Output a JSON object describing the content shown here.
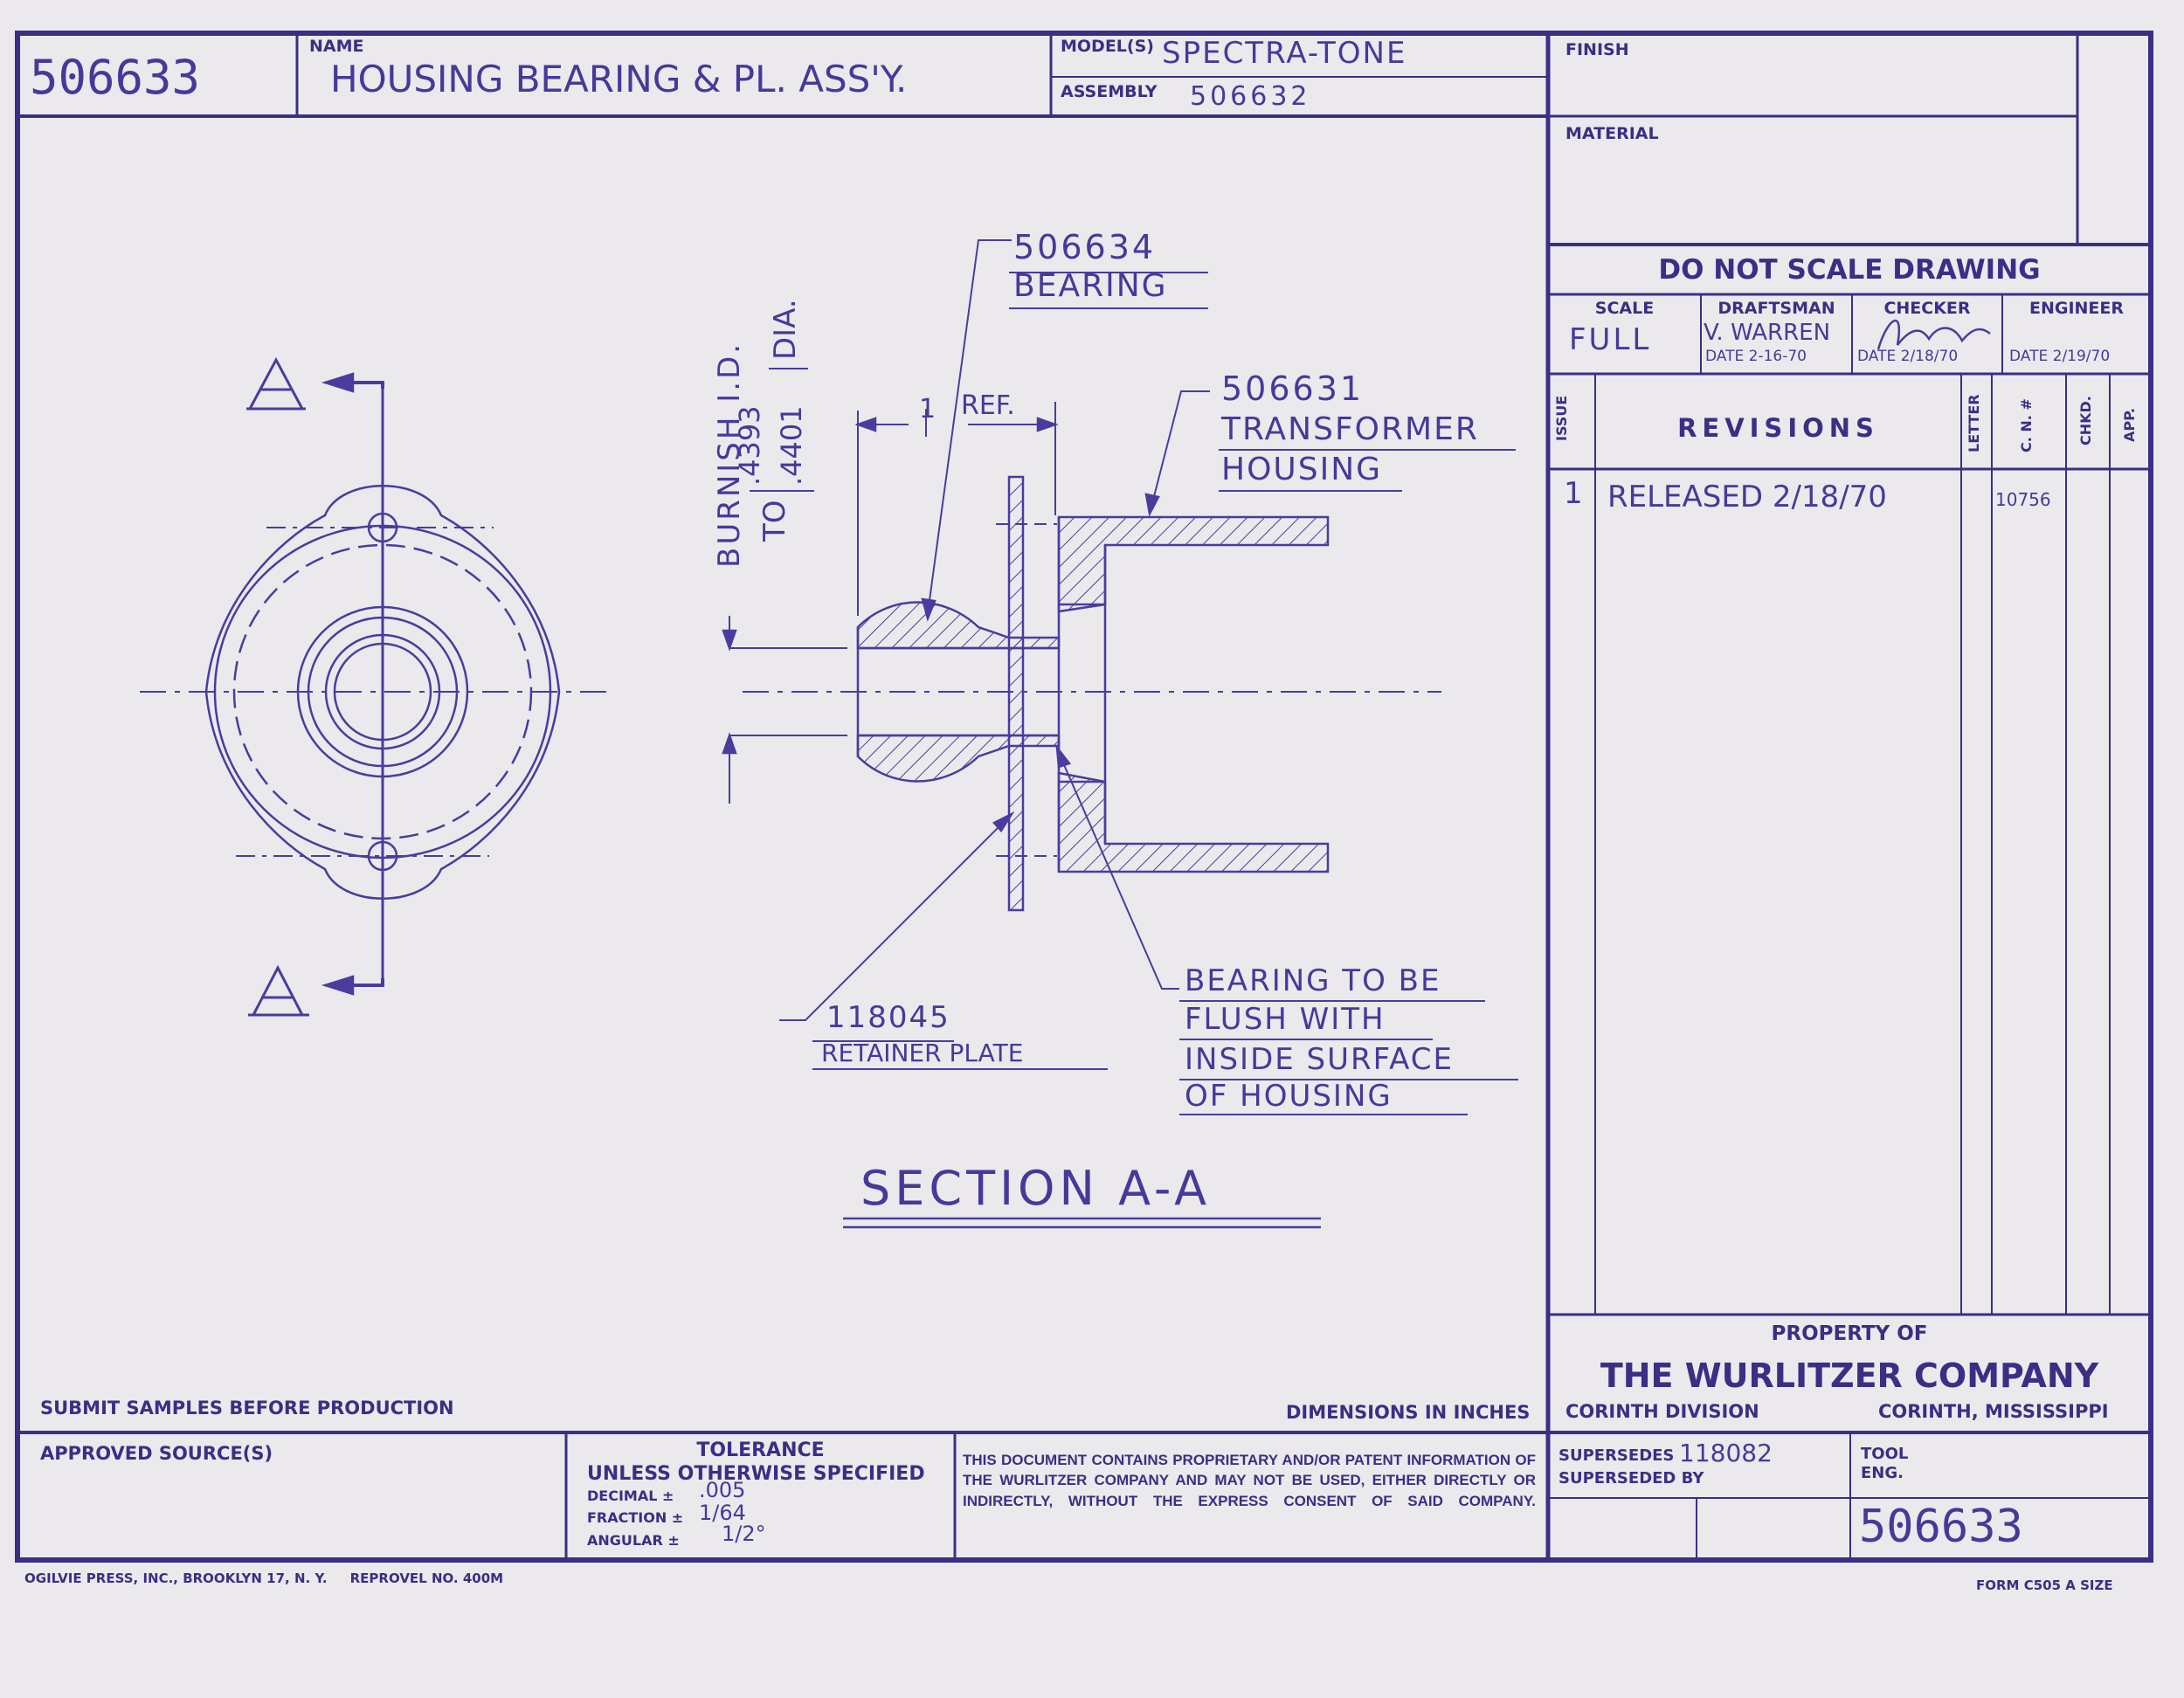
{
  "header": {
    "drawing_no": "506633",
    "name_label": "NAME",
    "name_value": "HOUSING BEARING & PL. ASS'Y.",
    "models_label": "MODEL(S)",
    "models_value": "SPECTRA-TONE",
    "assembly_label": "ASSEMBLY",
    "assembly_value": "506632"
  },
  "right_panel": {
    "finish_label": "FINISH",
    "material_label": "MATERIAL",
    "do_not_scale": "DO NOT SCALE DRAWING",
    "scale_label": "SCALE",
    "scale_value": "FULL",
    "draftsman_label": "DRAFTSMAN",
    "draftsman_value": "V. WARREN",
    "draftsman_date": "DATE 2-16-70",
    "checker_label": "CHECKER",
    "checker_date": "DATE 2/18/70",
    "engineer_label": "ENGINEER",
    "engineer_date": "DATE 2/19/70"
  },
  "revisions": {
    "issue_header": "ISSUE",
    "title": "REVISIONS",
    "letter_header": "LETTER",
    "cn_header": "C. N. #",
    "chkd_header": "CHKD.",
    "app_header": "APP.",
    "rows": [
      {
        "issue": "1",
        "description": "RELEASED 2/18/70",
        "cn": "10756"
      }
    ]
  },
  "drawing": {
    "bearing_no": "506634",
    "bearing_label": "BEARING",
    "housing_no": "506631",
    "housing_label_1": "TRANSFORMER",
    "housing_label_2": "HOUSING",
    "burnish_label": "BURNISH I.D.",
    "burnish_to": "TO",
    "burnish_dim_1": ".4393",
    "burnish_dim_2": ".4401",
    "burnish_dia": "DIA.",
    "ref_value": "1",
    "ref_label": "REF.",
    "retainer_no": "118045",
    "retainer_label": "RETAINER PLATE",
    "note_1": "BEARING TO BE",
    "note_2": "FLUSH WITH",
    "note_3": "INSIDE SURFACE",
    "note_4": "OF HOUSING",
    "section_marker": "A",
    "section_title": "SECTION A-A"
  },
  "bottom": {
    "submit_samples": "SUBMIT SAMPLES BEFORE PRODUCTION",
    "dimensions": "DIMENSIONS IN INCHES",
    "approved_sources": "APPROVED SOURCE(S)",
    "tolerance_title": "TOLERANCE",
    "tolerance_sub": "UNLESS OTHERWISE SPECIFIED",
    "decimal_label": "DECIMAL ±",
    "decimal_value": ".005",
    "fraction_label": "FRACTION ±",
    "fraction_value": "1/64",
    "angular_label": "ANGULAR ±",
    "angular_value": "1/2°",
    "legal": "THIS DOCUMENT CONTAINS PROPRIETARY AND/OR PATENT INFORMATION OF THE WURLITZER COMPANY AND MAY NOT BE USED, EITHER DIRECTLY OR INDIRECTLY, WITHOUT THE EXPRESS CONSENT OF SAID COMPANY.",
    "property_of": "PROPERTY OF",
    "company": "THE WURLITZER COMPANY",
    "division": "CORINTH DIVISION",
    "location": "CORINTH, MISSISSIPPI",
    "supersedes_label": "SUPERSEDES",
    "supersedes_value": "118082",
    "superseded_by_label": "SUPERSEDED BY",
    "tool_label": "TOOL",
    "eng_label": "ENG.",
    "drawing_no_bottom": "506633",
    "printer": "OGILVIE PRESS, INC., BROOKLYN 17, N. Y.     REPROVEL NO. 400M",
    "form": "FORM C505 A SIZE"
  },
  "colors": {
    "ink": "#3b2e85",
    "paper": "#ebe9ec"
  }
}
